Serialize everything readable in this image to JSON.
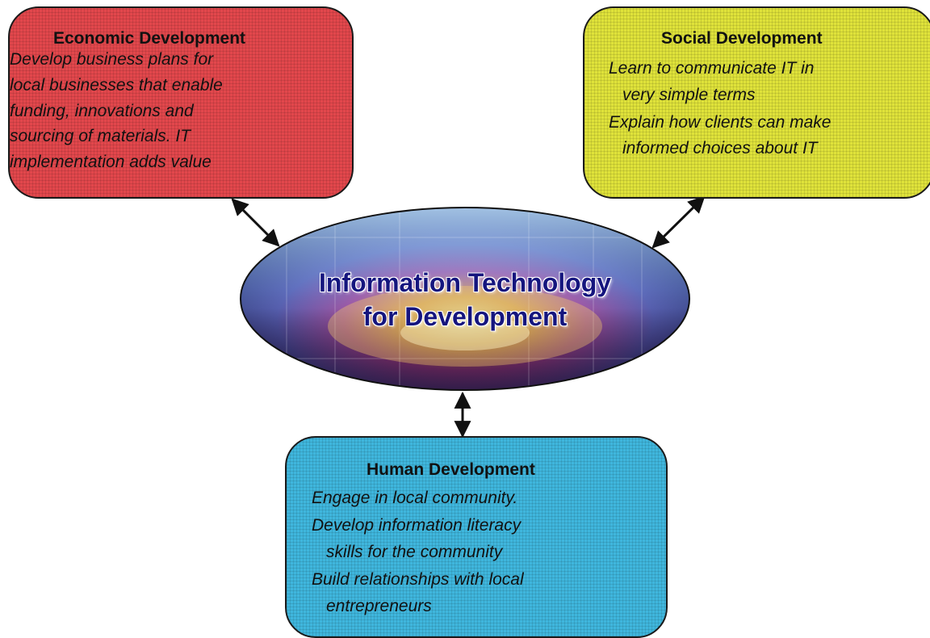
{
  "economic": {
    "title": "Economic Development",
    "lines": [
      "Develop business plans for",
      "local businesses that enable",
      "funding, innovations and",
      "sourcing of materials. IT",
      "implementation adds value"
    ],
    "color": "#e2474c"
  },
  "social": {
    "title": "Social Development",
    "lines": [
      "Learn to communicate IT in",
      "very simple terms",
      "Explain how clients can make",
      "informed choices about IT"
    ],
    "color": "#dfe23a"
  },
  "human": {
    "title": "Human Development",
    "lines": [
      "Engage in local community.",
      "Develop  information literacy",
      "skills for the community",
      "Build relationships with local",
      "entrepreneurs"
    ],
    "color": "#3fb6dd"
  },
  "center": {
    "title_line1": "Information Technology",
    "title_line2": "for Development",
    "text_color": "#15157e"
  }
}
